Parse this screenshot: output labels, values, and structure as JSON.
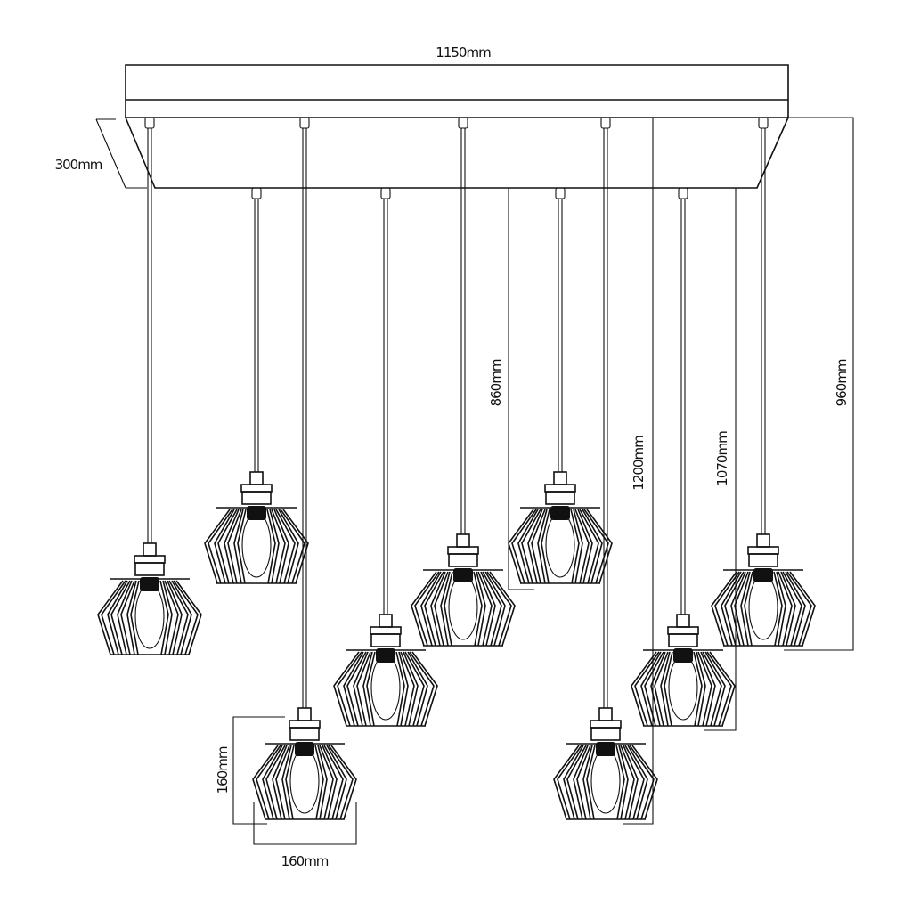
{
  "title": "9-light pendant cluster dimension drawing",
  "dimensions": {
    "width": "1150mm",
    "depth": "300mm",
    "drop_short": "860mm",
    "drop_long": "1200mm",
    "drop_mid": "1070mm",
    "drop_medium": "960mm",
    "shade_height": "160mm",
    "shade_width": "160mm"
  },
  "pendant_count": 9,
  "colors": {
    "line": "#111111",
    "background": "#ffffff"
  }
}
